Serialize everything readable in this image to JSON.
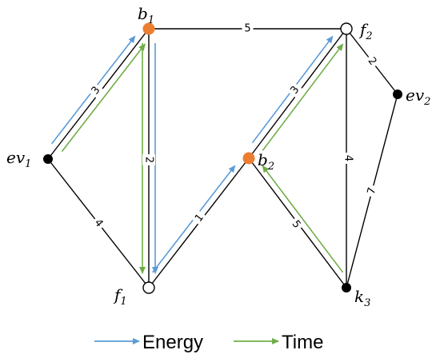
{
  "colors": {
    "energy": "#5b9bd5",
    "time": "#70ad47",
    "battery_node": "#ed7d31",
    "edge": "#000000"
  },
  "nodes": [
    {
      "id": "b1",
      "base": "b",
      "sub": "1",
      "kind": "battery"
    },
    {
      "id": "f2",
      "base": "f",
      "sub": "2",
      "kind": "hollow"
    },
    {
      "id": "ev2",
      "base": "ev",
      "sub": "2",
      "kind": "filled"
    },
    {
      "id": "ev1",
      "base": "ev",
      "sub": "1",
      "kind": "filled"
    },
    {
      "id": "b2",
      "base": "b",
      "sub": "2",
      "kind": "battery"
    },
    {
      "id": "f1",
      "base": "f",
      "sub": "1",
      "kind": "hollow"
    },
    {
      "id": "k3",
      "base": "k",
      "sub": "3",
      "kind": "filled"
    }
  ],
  "edges": [
    {
      "id": "b1-f2",
      "from": "b1",
      "to": "f2",
      "weight": "5"
    },
    {
      "id": "ev1-b1",
      "from": "ev1",
      "to": "b1",
      "weight": "3"
    },
    {
      "id": "b1-f1",
      "from": "b1",
      "to": "f1",
      "weight": "2"
    },
    {
      "id": "ev1-f1",
      "from": "ev1",
      "to": "f1",
      "weight": "4"
    },
    {
      "id": "f1-b2",
      "from": "f1",
      "to": "b2",
      "weight": "1"
    },
    {
      "id": "b2-f2",
      "from": "b2",
      "to": "f2",
      "weight": "3"
    },
    {
      "id": "b2-k3",
      "from": "b2",
      "to": "k3",
      "weight": "5"
    },
    {
      "id": "f2-k3",
      "from": "f2",
      "to": "k3",
      "weight": "4"
    },
    {
      "id": "f2-ev2",
      "from": "f2",
      "to": "ev2",
      "weight": "2"
    },
    {
      "id": "ev2-k3",
      "from": "ev2",
      "to": "k3",
      "weight": "7"
    }
  ],
  "routes": [
    {
      "name": "Energy",
      "color": "#5b9bd5",
      "segments": [
        [
          "ev1",
          "b1"
        ],
        [
          "b1",
          "f1"
        ],
        [
          "f1",
          "b2"
        ],
        [
          "b2",
          "f2"
        ]
      ]
    },
    {
      "name": "Time",
      "color": "#70ad47",
      "segments": [
        [
          "ev1",
          "b1"
        ],
        [
          "b1",
          "f1"
        ],
        [
          "k3",
          "b2"
        ],
        [
          "b2",
          "f2"
        ]
      ]
    }
  ],
  "legend": {
    "energy_label": "Energy",
    "time_label": "Time"
  }
}
